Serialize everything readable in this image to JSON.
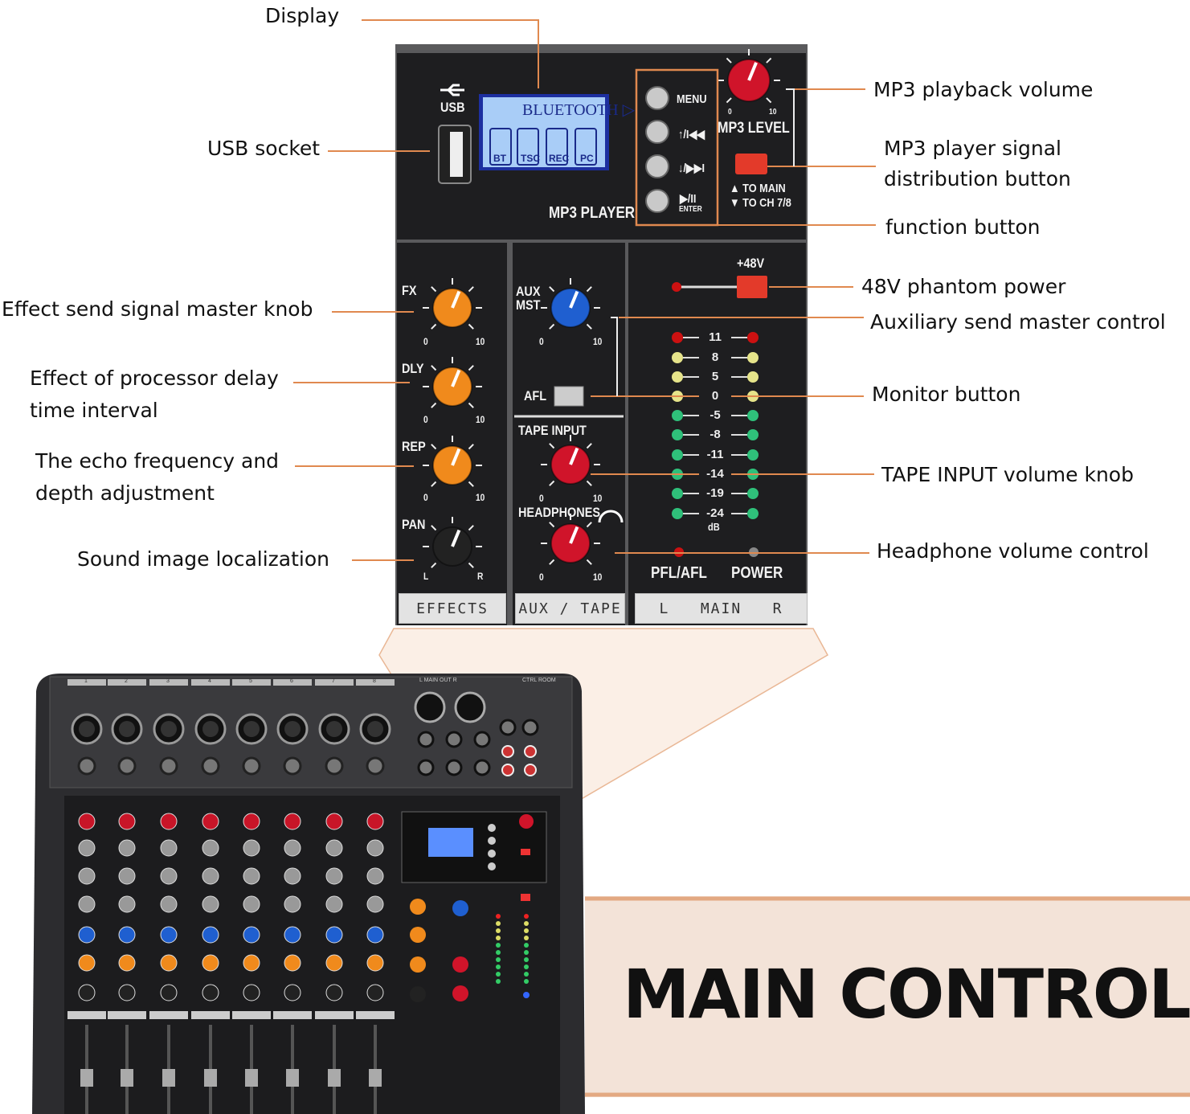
{
  "callouts": {
    "display": "Display",
    "usb_socket": "USB socket",
    "effect_send": "Effect send signal master knob",
    "delay_line1": "Effect of processor delay",
    "delay_line2": "time interval",
    "echo_line1": "The echo frequency and",
    "echo_line2": "depth adjustment",
    "pan": "Sound image localization",
    "mp3_volume": "MP3 playback volume",
    "mp3_dist_line1": "MP3 player signal",
    "mp3_dist_line2": "distribution button",
    "function_button": "function button",
    "phantom": "48V phantom power",
    "aux_master": "Auxiliary send master control",
    "monitor": "Monitor button",
    "tape_input": "TAPE INPUT volume knob",
    "headphone": "Headphone volume control"
  },
  "panel": {
    "usb_label": "USB",
    "lcd_title": "BLUETOOTH ▷",
    "lcd_icons": [
      "BT",
      "TSC",
      "REC",
      "PC"
    ],
    "buttons": [
      "MENU",
      "↑/I◀◀",
      "↓/▶▶I",
      "▶/II"
    ],
    "enter_label": "ENTER",
    "mp3_level": "MP3 LEVEL",
    "scale_min": "0",
    "scale_max": "10",
    "to_main": "▲ TO MAIN",
    "to_ch": "▼ TO CH 7/8",
    "mp3_player": "MP3 PLAYER",
    "fx": "FX",
    "dly": "DLY",
    "rep": "REP",
    "pan": "PAN",
    "pan_l": "L",
    "pan_r": "R",
    "aux": "AUX",
    "mst": "MST",
    "afl": "AFL",
    "tape_input": "TAPE INPUT",
    "headphones": "HEADPHONES",
    "phantom": "+48V",
    "meter_levels": [
      "11",
      "8",
      "5",
      "0",
      "-5",
      "-8",
      "-11",
      "-14",
      "-19",
      "-24"
    ],
    "meter_unit": "dB",
    "pfl_afl": "PFL/AFL",
    "power": "POWER",
    "section_effects": "EFFECTS",
    "section_aux_tape": "AUX / TAPE",
    "section_main": "L   MAIN   R"
  },
  "mixer": {
    "channels": [
      "1",
      "2",
      "3",
      "4",
      "5",
      "6",
      "7",
      "8"
    ],
    "main_out": "L  MAIN OUT  R",
    "ctrl_room": "CTRL ROOM"
  },
  "banner": {
    "title": "MAIN CONTROL"
  },
  "colors": {
    "callout_line": "#e0894f",
    "panel": "#1e1e20",
    "banner_bg": "#f3e3d8",
    "knob_orange": "#f08a1c",
    "knob_red": "#d0142a",
    "knob_blue": "#1f5fd0",
    "knob_black": "#222222"
  }
}
